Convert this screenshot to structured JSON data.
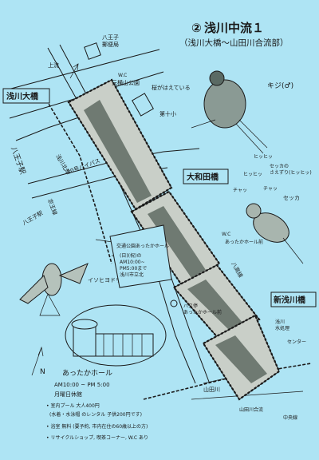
{
  "title": {
    "number": "②",
    "main": "浅川中流１",
    "sub": "（浅川大橋〜山田川合流部）"
  },
  "bridges": {
    "asakawa_ohashi": "浅川大橋",
    "yamatoda": "大和田橋",
    "shin_asakawa": "新浅川橋"
  },
  "places": {
    "hachioji_post": "八王子\n郵便局",
    "motoyoko_park": "元横山公園",
    "toilet_wc": "W.C",
    "kamigawa": "上流",
    "hachioji_station": "八王子駅",
    "route20": "20号バイパス",
    "keio_line": "京王線",
    "hachioji_sta2": "八王子駅",
    "koen_tamagoyama": "第十小",
    "yamada_river": "山田川",
    "asakawa_water": "浅川\n水処理",
    "unknown_school": "第十小",
    "hachi_kou": "八高線",
    "bus_stop": "バス停\nあったかホール前",
    "toilet2": "W.C\nあったかホール",
    "yamada_gouryu": "山田川合流",
    "chuo_line": "中央線"
  },
  "birds": {
    "kiji": "キジ(♂)",
    "sekka": "セッカ",
    "sekka_call": "セッカの\nさえずり(ヒッヒッ)",
    "chat1": "ヒッヒッ",
    "chat2": "チャッ",
    "chat3": "チャッ",
    "chat4": "ヒッヒッ",
    "hayabusa": "イソヒヨドリ"
  },
  "visitor_center": {
    "label": "交通公園あったかホール",
    "hours": "(日)(祝)の\nAM10:00~\nPM5:00まで\n浅川市立北"
  },
  "hall": {
    "name": "あったかホール",
    "hours": "AM10:00 ~ PM 5:00",
    "closed": "月曜日休館",
    "items": [
      "• 室内プール  大人400円",
      "(水着・水泳帽 のレンタル 子供200円です)",
      "• 浴室  無料 (要予約, 市内在住の60歳以上の方)",
      "• リサイクルショップ, 喫茶コーナー, W.C あり"
    ]
  },
  "compass": "N"
}
